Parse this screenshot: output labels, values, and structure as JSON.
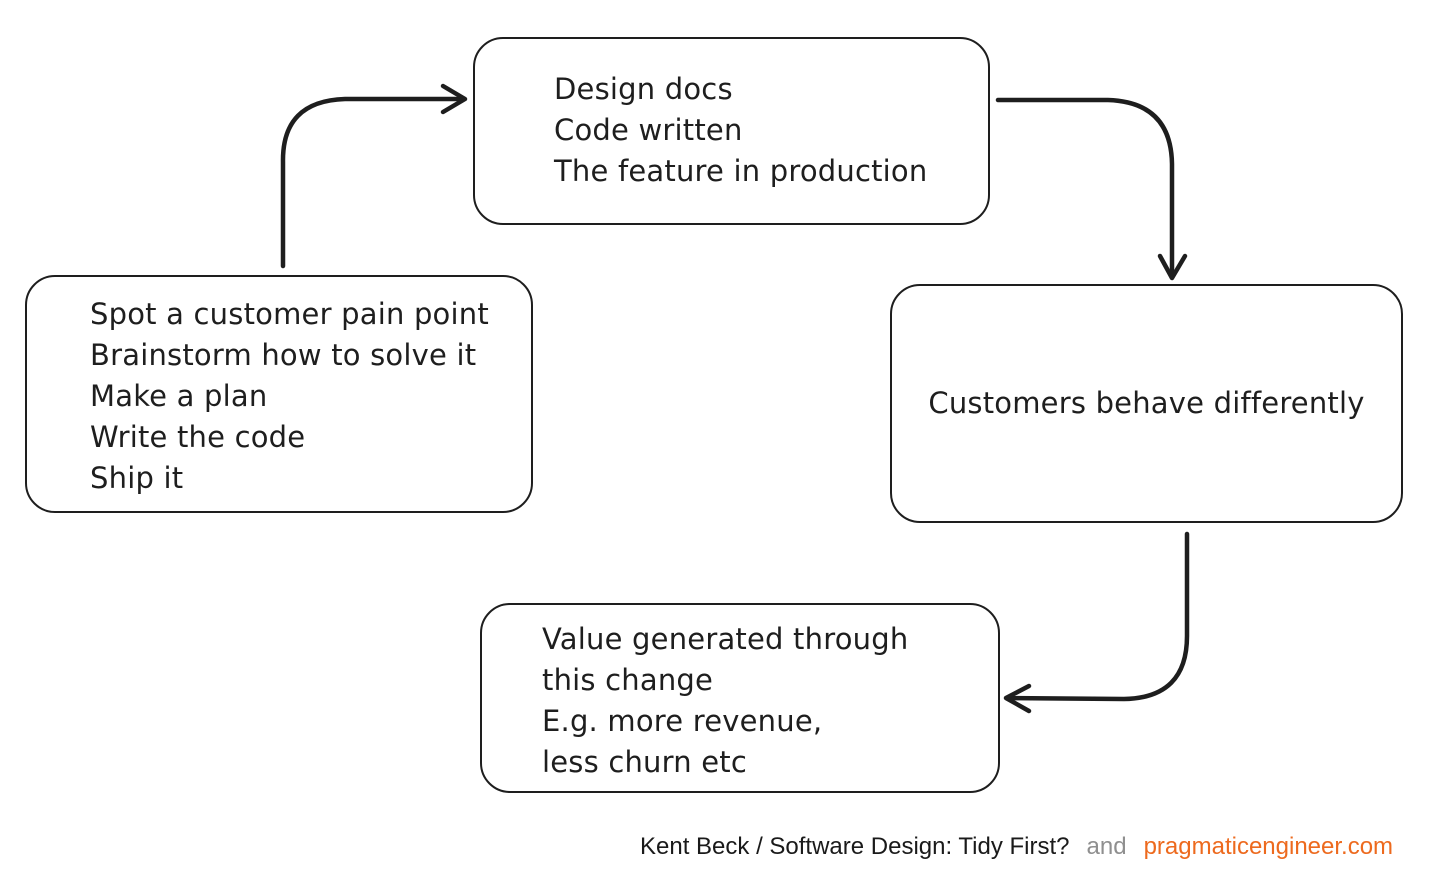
{
  "page": {
    "background": "#ffffff"
  },
  "palette": {
    "stroke": "#1e1e1e",
    "node_fill": "#ffffff",
    "node_text": "#1e1e1e",
    "footer_text": "#1a1a1a",
    "footer_and": "#8f8f8f",
    "footer_link_orange": "#ed6a1e"
  },
  "diagram": {
    "style": "hand-drawn flowchart cycle",
    "nodes": {
      "plan": {
        "lines": [
          "Spot a customer pain point",
          "Brainstorm how to solve it",
          "Make a plan",
          "Write the code",
          "Ship it"
        ]
      },
      "shipped": {
        "lines": [
          "Design docs",
          "Code written",
          "The feature in production"
        ]
      },
      "behavior": {
        "lines": [
          "Customers behave differently"
        ]
      },
      "value": {
        "lines": [
          "Value generated through",
          "this change",
          "E.g. more revenue,",
          "less churn etc"
        ]
      }
    },
    "edges": [
      {
        "from": "plan",
        "to": "shipped",
        "direction": "up-then-right"
      },
      {
        "from": "shipped",
        "to": "behavior",
        "direction": "right-then-down"
      },
      {
        "from": "behavior",
        "to": "value",
        "direction": "down-then-left"
      }
    ]
  },
  "footer": {
    "attribution": "Kent Beck / Software Design: Tidy First?",
    "conjunction": "and",
    "site": "pragmaticengineer.com"
  }
}
